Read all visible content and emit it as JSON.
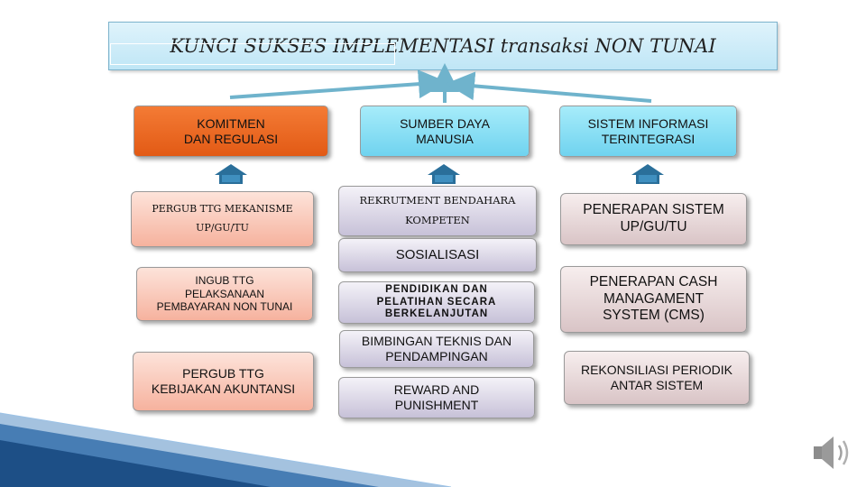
{
  "title": "KUNCI SUKSES IMPLEMENTASI transaksi NON TUNAI",
  "columns": [
    {
      "heading": "KOMITMEN\nDAN REGULASI",
      "items": [
        "PERGUB TTG MEKANISME\nUP/GU/TU",
        "INGUB TTG\nPELAKSANAAN\nPEMBAYARAN NON TUNAI",
        "PERGUB TTG\nKEBIJAKAN AKUNTANSI"
      ]
    },
    {
      "heading": "SUMBER DAYA\nMANUSIA",
      "items": [
        "REKRUTMENT BENDAHARA\nKOMPETEN",
        "SOSIALISASI",
        "PENDIDIKAN DAN\nPELATIHAN SECARA\nBERKELANJUTAN",
        "BIMBINGAN TEKNIS DAN\nPENDAMPINGAN",
        "REWARD AND\nPUNISHMENT"
      ]
    },
    {
      "heading": "SISTEM INFORMASI\nTERINTEGRASI",
      "items": [
        "PENERAPAN SISTEM\nUP/GU/TU",
        "PENERAPAN CASH\nMANAGAMENT\nSYSTEM (CMS)",
        "REKONSILIASI PERIODIK\nANTAR SISTEM"
      ]
    }
  ],
  "icons": {
    "column_connector": "house-icon",
    "audio": "speaker-icon"
  },
  "colors": {
    "title_bg": "#bfe6f6",
    "heading_orange": "#e25a15",
    "heading_cyan": "#70d3ef",
    "arrow": "#6fb3cc",
    "house": "#2a6f9a"
  }
}
